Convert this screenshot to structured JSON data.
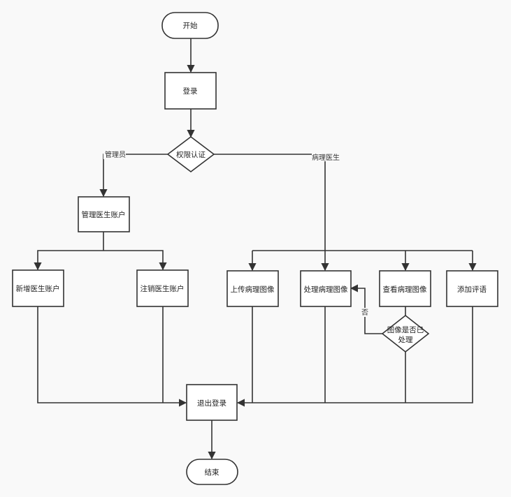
{
  "nodes": {
    "start": "开始",
    "login": "登录",
    "auth": "权限认证",
    "manage": "管理医生账户",
    "add_doctor": "新增医生账户",
    "remove_doctor": "注销医生账户",
    "upload": "上传病理图像",
    "process": "处理病理图像",
    "view": "查看病理图像",
    "comment": "添加评语",
    "decision_line1": "图像是否已",
    "decision_line2": "处理",
    "logout": "退出登录",
    "end": "结束"
  },
  "edges": {
    "admin": "管理员",
    "doctor": "病理医生",
    "no": "否"
  },
  "colors": {
    "stroke": "#333333",
    "fill": "#ffffff",
    "background": "#f9f9f9"
  }
}
